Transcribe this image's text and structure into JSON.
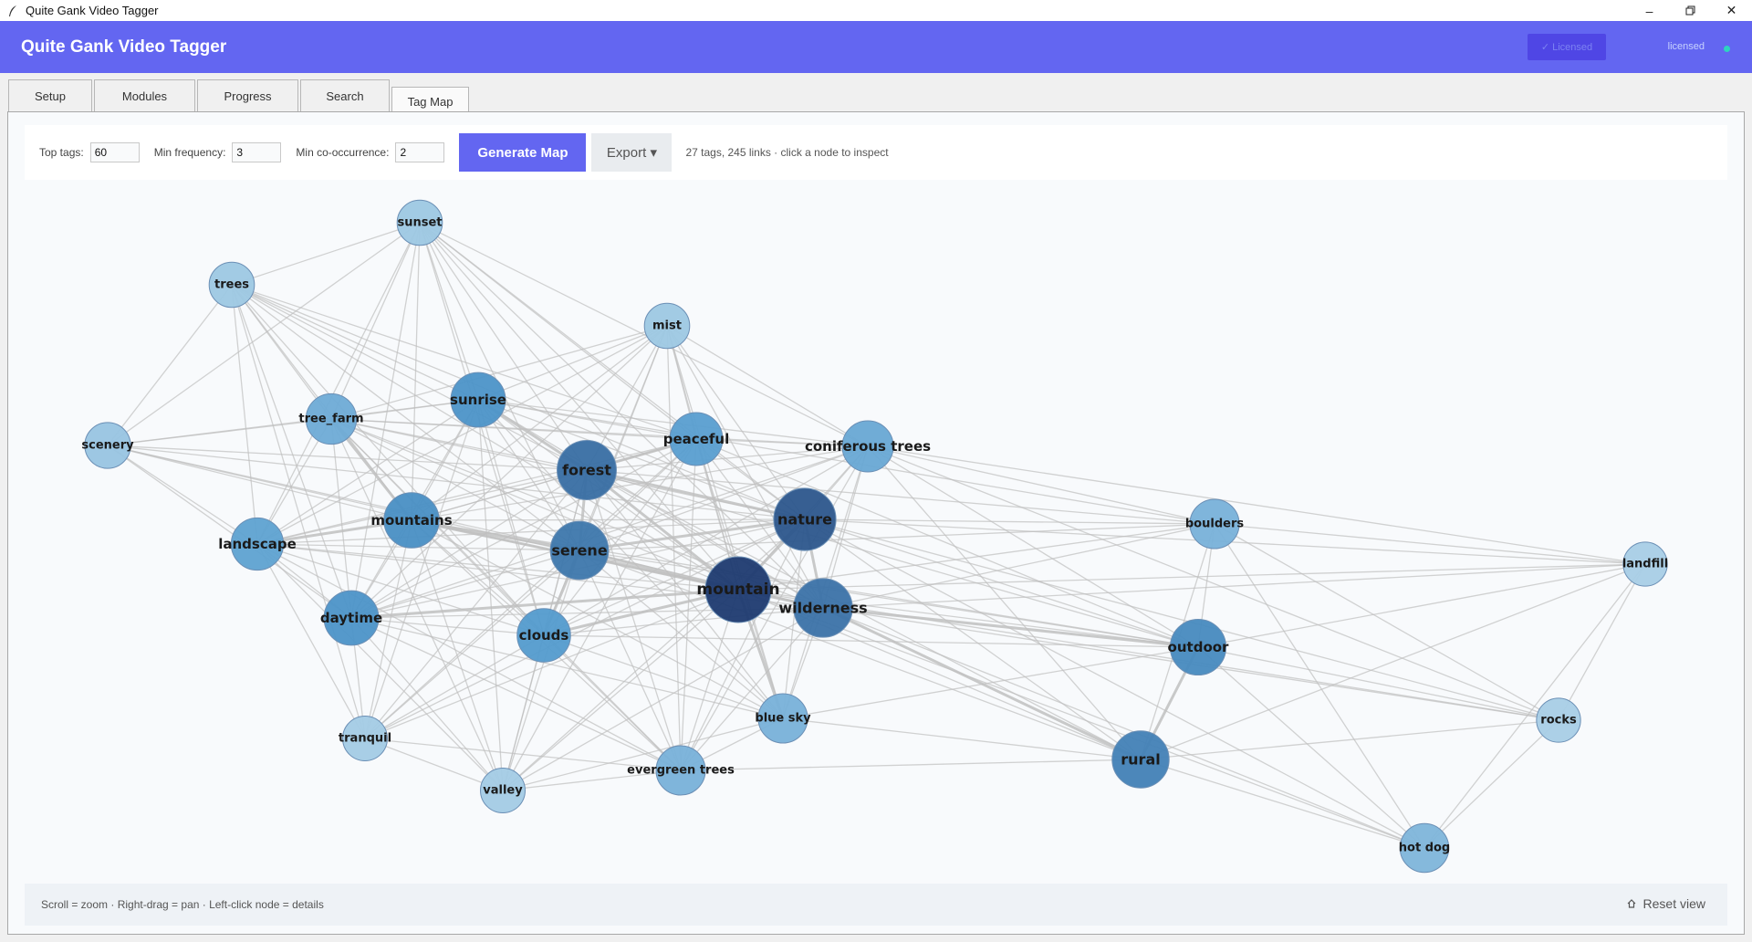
{
  "window": {
    "title": "Quite Gank Video Tagger"
  },
  "header": {
    "title": "Quite Gank Video Tagger",
    "license_badge": "✓ Licensed",
    "license_status": "licensed",
    "accent": "#6366f1"
  },
  "tabs": [
    {
      "label": "Setup"
    },
    {
      "label": "Modules"
    },
    {
      "label": "Progress"
    },
    {
      "label": "Search"
    },
    {
      "label": "Tag Map",
      "active": true
    }
  ],
  "toolbar": {
    "top_tags_label": "Top tags:",
    "top_tags_value": "60",
    "min_freq_label": "Min frequency:",
    "min_freq_value": "3",
    "min_cooc_label": "Min co-occurrence:",
    "min_cooc_value": "2",
    "generate_label": "Generate Map",
    "export_label": "Export ▾",
    "status": "27 tags, 245 links  ·  click a node to inspect"
  },
  "footer": {
    "hint": "Scroll = zoom  ·  Right-drag = pan  ·  Left-click node = details",
    "reset_label": "Reset view"
  },
  "graph": {
    "nodes": [
      {
        "label": "mountain",
        "weight": 1.0
      },
      {
        "label": "nature",
        "weight": 0.88
      },
      {
        "label": "forest",
        "weight": 0.78
      },
      {
        "label": "wilderness",
        "weight": 0.76
      },
      {
        "label": "serene",
        "weight": 0.74
      },
      {
        "label": "rural",
        "weight": 0.7
      },
      {
        "label": "outdoor",
        "weight": 0.66
      },
      {
        "label": "mountains",
        "weight": 0.64
      },
      {
        "label": "daytime",
        "weight": 0.62
      },
      {
        "label": "sunrise",
        "weight": 0.62
      },
      {
        "label": "clouds",
        "weight": 0.58
      },
      {
        "label": "peaceful",
        "weight": 0.56
      },
      {
        "label": "landscape",
        "weight": 0.54
      },
      {
        "label": "coniferous trees",
        "weight": 0.5
      },
      {
        "label": "tree_farm",
        "weight": 0.48
      },
      {
        "label": "boulders",
        "weight": 0.44
      },
      {
        "label": "blue sky",
        "weight": 0.44
      },
      {
        "label": "evergreen trees",
        "weight": 0.44
      },
      {
        "label": "hot dog",
        "weight": 0.42
      },
      {
        "label": "scenery",
        "weight": 0.32
      },
      {
        "label": "trees",
        "weight": 0.3
      },
      {
        "label": "sunset",
        "weight": 0.3
      },
      {
        "label": "mist",
        "weight": 0.3
      },
      {
        "label": "tranquil",
        "weight": 0.28
      },
      {
        "label": "valley",
        "weight": 0.28
      },
      {
        "label": "landfill",
        "weight": 0.26
      },
      {
        "label": "rocks",
        "weight": 0.26
      }
    ],
    "edge_color": "#bfbfbf"
  }
}
